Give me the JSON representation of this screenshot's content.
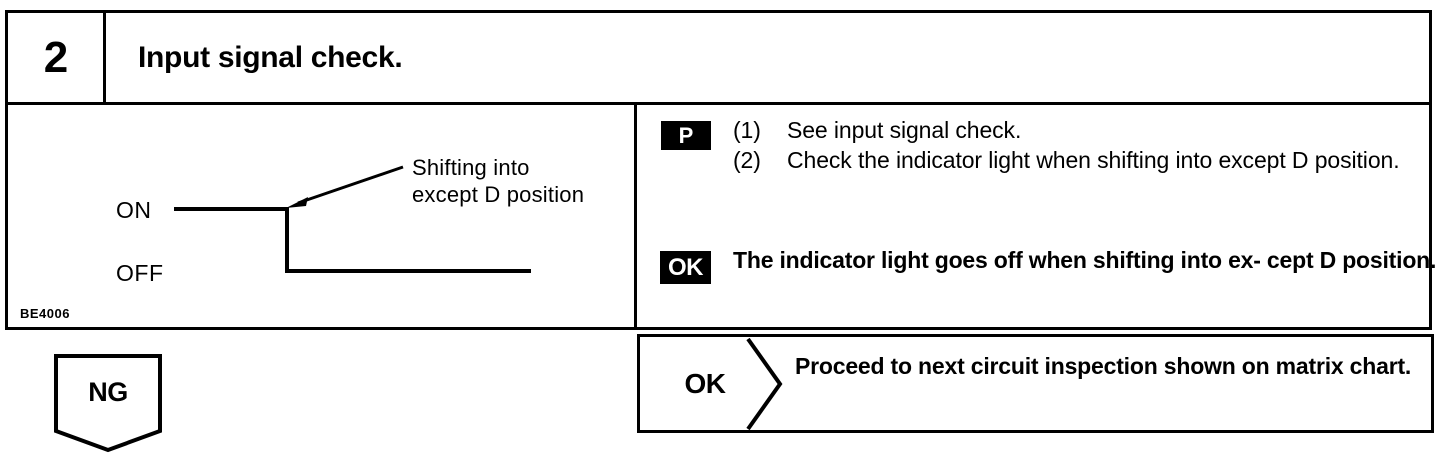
{
  "step": {
    "number": "2",
    "title": "Input signal check."
  },
  "figure": {
    "code": "BE4006",
    "on_label": "ON",
    "off_label": "OFF",
    "callout_line1": "Shifting into",
    "callout_line2": "except D position",
    "waveform": {
      "type": "digital-step",
      "levels": [
        "ON",
        "OFF"
      ],
      "transition": "falling",
      "description": "Signal is ON, then falls to OFF at the shift point"
    }
  },
  "instructions": {
    "badge": "P",
    "items": [
      {
        "marker": "(1)",
        "text": "See input signal check."
      },
      {
        "marker": "(2)",
        "text": "Check the indicator light when shifting into except D position."
      }
    ],
    "ok_badge": "OK",
    "ok_statement": "The indicator light goes off when shifting into ex- cept D position."
  },
  "result": {
    "label": "OK",
    "text": "Proceed to next circuit inspection shown on matrix chart."
  },
  "ng": {
    "label": "NG"
  },
  "colors": {
    "ink": "#000000",
    "paper": "#ffffff"
  }
}
